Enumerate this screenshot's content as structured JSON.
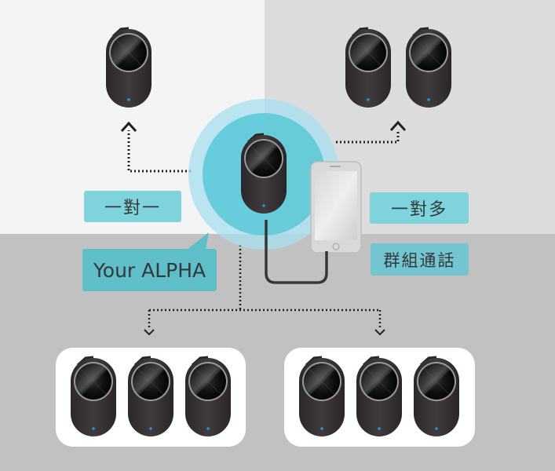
{
  "labels": {
    "one_to_one": "一對一",
    "one_to_many": "一對多",
    "group_call": "群組通話",
    "your_device": "Your ALPHA"
  },
  "icons": {
    "device": "headset-device-icon",
    "phone": "smartphone-icon",
    "arrow": "arrow-up-icon"
  },
  "colors": {
    "highlight": "#7ed3dc",
    "halo": "#4ec0d3",
    "device_body": "#3a3536",
    "led": "#2a8fe0"
  }
}
